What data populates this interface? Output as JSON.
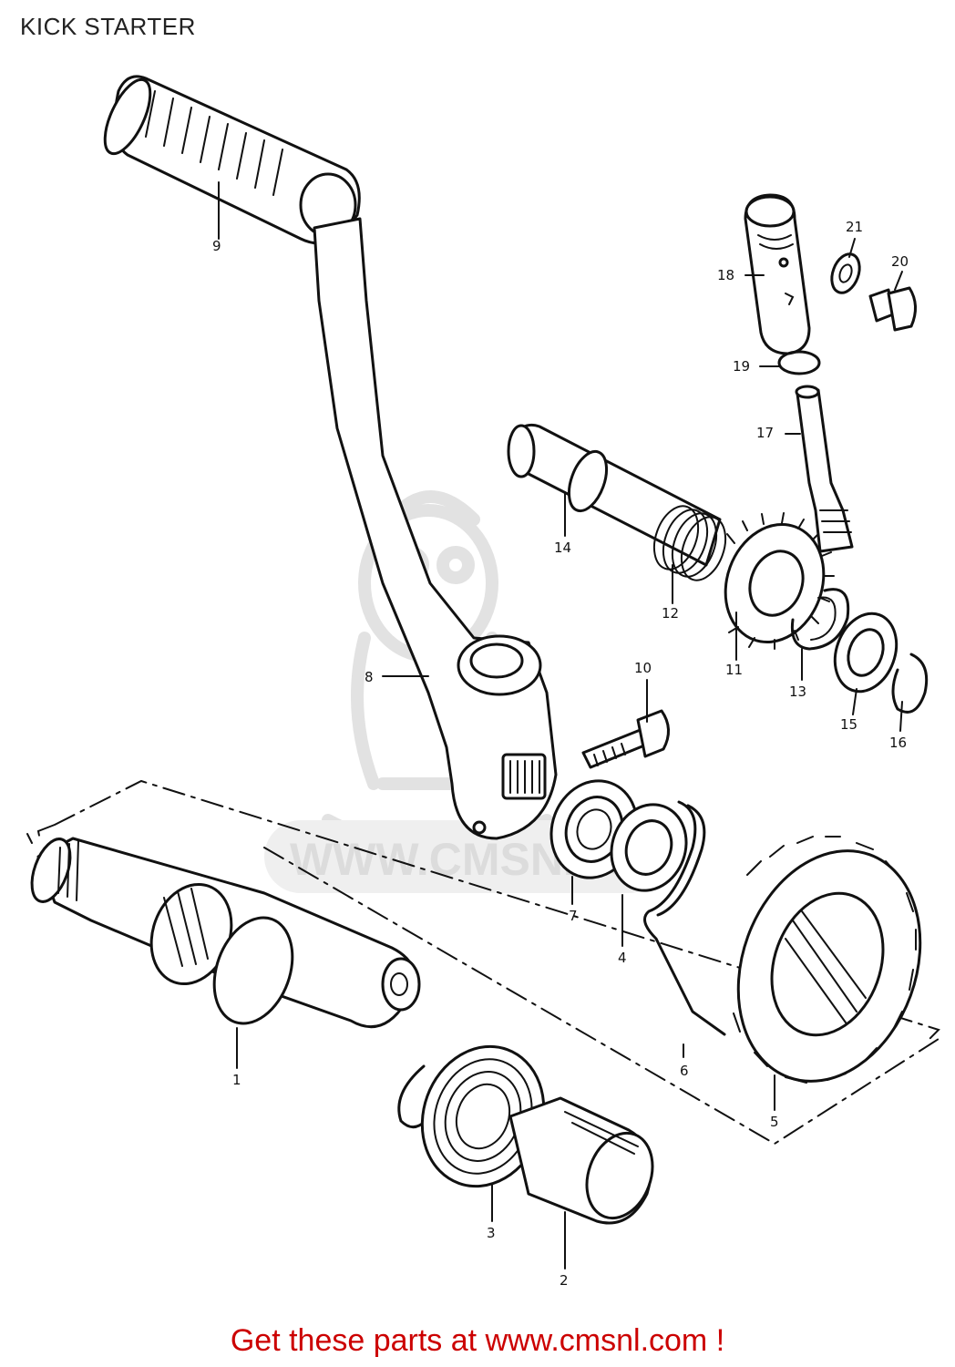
{
  "title": "KICK STARTER",
  "footer": "Get these parts at www.cmsnl.com !",
  "watermark": "WWW.CMSNL.CO",
  "accent_color": "#cc0000",
  "parts": [
    {
      "id": "1",
      "label": "1"
    },
    {
      "id": "2",
      "label": "2"
    },
    {
      "id": "3",
      "label": "3"
    },
    {
      "id": "4",
      "label": "4"
    },
    {
      "id": "5",
      "label": "5"
    },
    {
      "id": "6",
      "label": "6"
    },
    {
      "id": "7",
      "label": "7"
    },
    {
      "id": "8",
      "label": "8"
    },
    {
      "id": "9",
      "label": "9"
    },
    {
      "id": "10",
      "label": "10"
    },
    {
      "id": "11",
      "label": "11"
    },
    {
      "id": "12",
      "label": "12"
    },
    {
      "id": "13",
      "label": "13"
    },
    {
      "id": "14",
      "label": "14"
    },
    {
      "id": "15",
      "label": "15"
    },
    {
      "id": "16",
      "label": "16"
    },
    {
      "id": "17",
      "label": "17"
    },
    {
      "id": "18",
      "label": "18"
    },
    {
      "id": "19",
      "label": "19"
    },
    {
      "id": "20",
      "label": "20"
    },
    {
      "id": "21",
      "label": "21"
    }
  ]
}
